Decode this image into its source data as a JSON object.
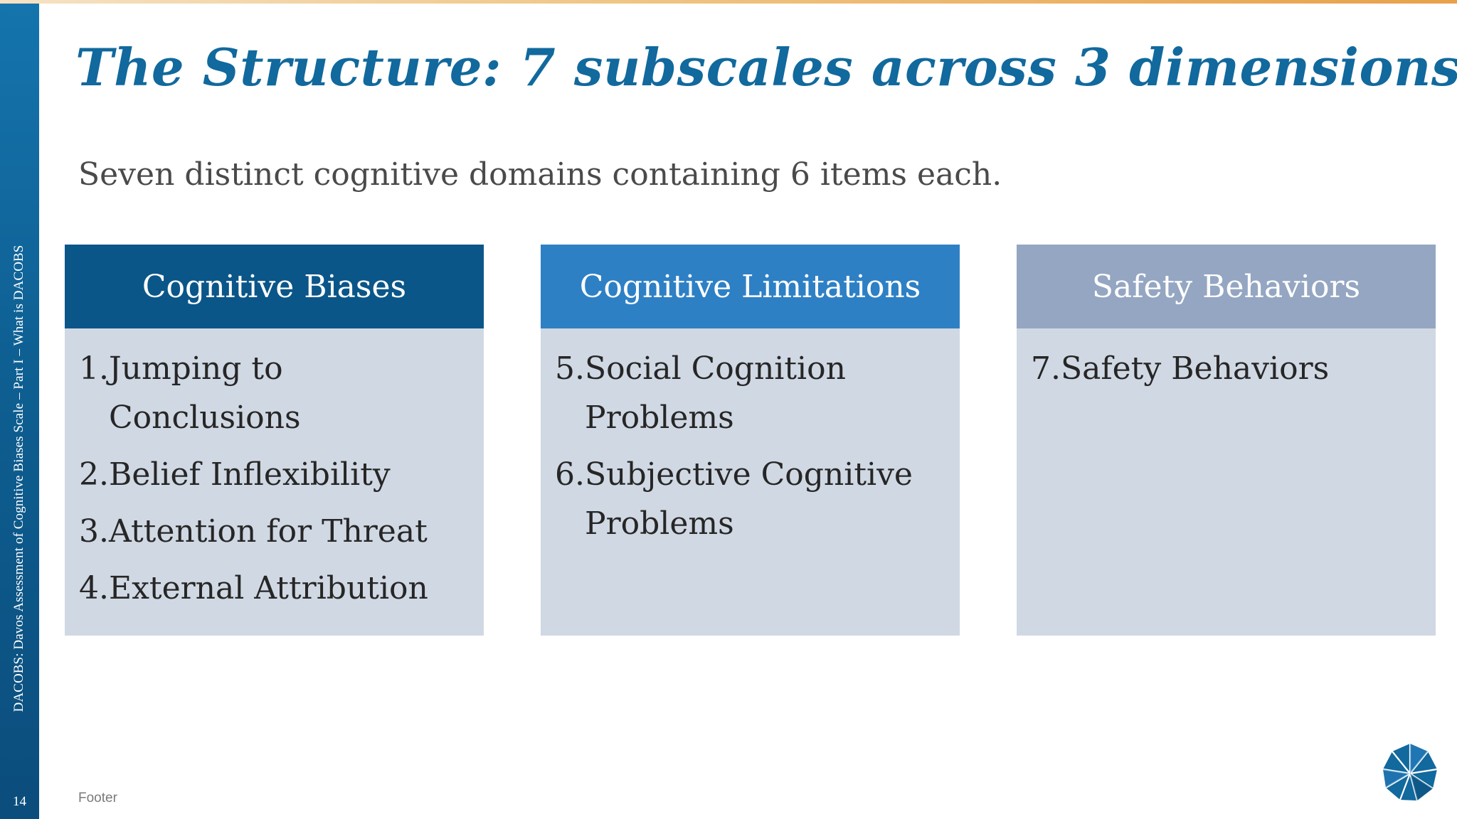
{
  "sidebar": {
    "text": "DACOBS: Davos Assessment of Cognitive Biases Scale – Part I – What is DACOBS",
    "page_number": "14"
  },
  "title": "The Structure: 7 subscales across 3 dimensions",
  "subtitle": "Seven distinct cognitive domains containing 6 items each.",
  "cards": [
    {
      "header": "Cognitive Biases",
      "items": [
        {
          "num": "1.",
          "text": "Jumping to Conclusions"
        },
        {
          "num": "2.",
          "text": "Belief Inflexibility"
        },
        {
          "num": "3.",
          "text": "Attention for Threat"
        },
        {
          "num": "4.",
          "text": "External Attribution"
        }
      ]
    },
    {
      "header": "Cognitive Limitations",
      "items": [
        {
          "num": "5.",
          "text": "Social Cognition Problems"
        },
        {
          "num": "6.",
          "text": "Subjective Cognitive Problems"
        }
      ]
    },
    {
      "header": "Safety Behaviors",
      "items": [
        {
          "num": "7.",
          "text": "Safety Behaviors"
        }
      ]
    }
  ],
  "footer": "Footer",
  "colors": {
    "title": "#11699d",
    "card1_header": "#0b5689",
    "card2_header": "#2e80c5",
    "card3_header": "#94a6c2",
    "card_body": "#d0d8e3",
    "sidebar": "#0e5f92",
    "top_accent": "#e8a14a"
  },
  "logo": {
    "icon": "starburst-logo-icon"
  }
}
